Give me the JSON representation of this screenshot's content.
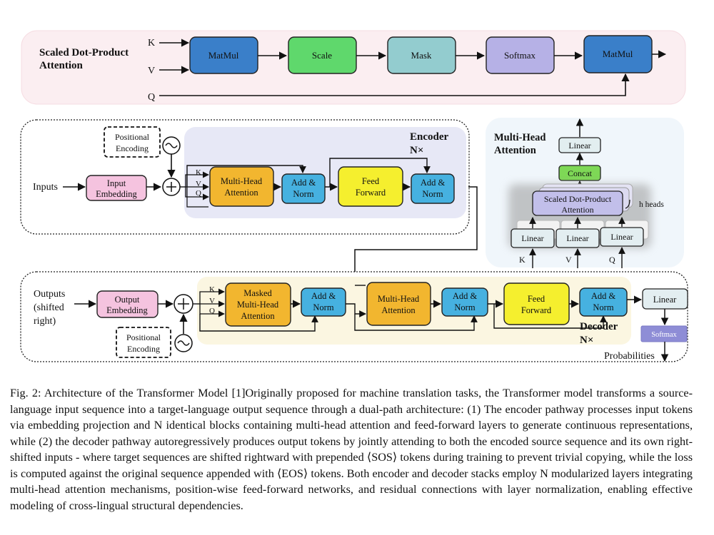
{
  "top": {
    "title": [
      "Scaled Dot-Product",
      "Attention"
    ],
    "inputs": {
      "k": "K",
      "v": "V",
      "q": "Q"
    },
    "matmul1": "MatMul",
    "scale": "Scale",
    "mask": "Mask",
    "softmax": "Softmax",
    "matmul2": "MatMul"
  },
  "encoder": {
    "inputs_label": "Inputs",
    "embedding": [
      "Input",
      "Embedding"
    ],
    "positional": [
      "Positional",
      "Encoding"
    ],
    "kvq": {
      "k": "K",
      "v": "V",
      "q": "Q"
    },
    "mha": [
      "Multi-Head",
      "Attention"
    ],
    "addnorm1": [
      "Add &",
      "Norm"
    ],
    "ff": [
      "Feed",
      "Forward"
    ],
    "addnorm2": [
      "Add &",
      "Norm"
    ],
    "title": "Encoder",
    "nx": "N×"
  },
  "mha_panel": {
    "title": [
      "Multi-Head",
      "Attention"
    ],
    "linear_top": "Linear",
    "concat": "Concat",
    "sdpa": [
      "Scaled Dot-Product",
      "Attention"
    ],
    "heads": "h heads",
    "linears": [
      "Linear",
      "Linear",
      "Linear"
    ],
    "kvq": [
      "K",
      "V",
      "Q"
    ]
  },
  "decoder": {
    "outputs_label": [
      "Outputs",
      "(shifted",
      "right)"
    ],
    "embedding": [
      "Output",
      "Embedding"
    ],
    "positional": [
      "Positional",
      "Encoding"
    ],
    "kvq": {
      "k": "K",
      "v": "V",
      "q": "Q"
    },
    "masked_mha": [
      "Masked",
      "Multi-Head",
      "Attention"
    ],
    "addnorm1": [
      "Add &",
      "Norm"
    ],
    "mha": [
      "Multi-Head",
      "Attention"
    ],
    "addnorm2": [
      "Add &",
      "Norm"
    ],
    "ff": [
      "Feed",
      "Forward"
    ],
    "addnorm3": [
      "Add &",
      "Norm"
    ],
    "linear": "Linear",
    "softmax": "Softmax",
    "title": "Decoder",
    "nx": "N×",
    "probabilities": "Probabilities"
  },
  "caption": "Fig. 2: Architecture of the Transformer Model [1]Originally proposed for machine translation tasks, the Transformer model transforms a source-language input sequence into a target-language output sequence through a dual-path architecture: (1) The encoder pathway processes input tokens via embedding projection and N identical blocks containing multi-head attention and feed-forward layers to generate continuous representations, while (2) the decoder pathway autoregressively produces output tokens by jointly attending to both the encoded source sequence and its own right-shifted inputs - where target sequences are shifted rightward with prepended ⟨SOS⟩ tokens during training to prevent trivial copying, while the loss is computed against the original sequence appended with ⟨EOS⟩ tokens. Both encoder and decoder stacks employ N modularized layers integrating multi-head attention mechanisms, position-wise feed-forward networks, and residual connections with layer normalization, enabling effective modeling of cross-lingual structural dependencies."
}
